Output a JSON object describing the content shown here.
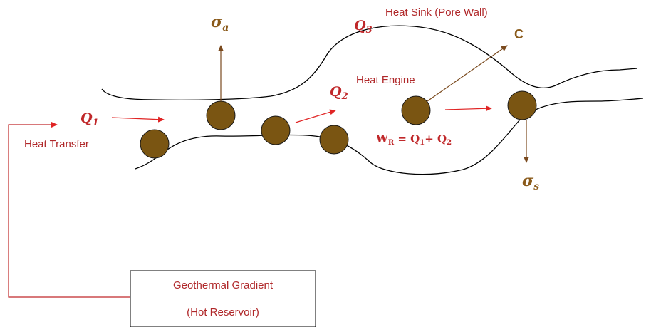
{
  "labels": {
    "heat_sink": "Heat Sink (Pore Wall)",
    "heat_engine": "Heat Engine",
    "heat_transfer": "Heat Transfer",
    "c_label": "C",
    "sigma_a": {
      "base": "σ",
      "sub": "a"
    },
    "sigma_s": {
      "base": "σ",
      "sub": "s"
    },
    "q1": {
      "base": "Q",
      "sub": "1"
    },
    "q2": {
      "base": "Q",
      "sub": "2"
    },
    "q3": {
      "base": "Q",
      "sub": "3"
    },
    "work_equation": {
      "w": "W",
      "w_sub": "R",
      "eq": " = Q",
      "q1_sub": "1",
      "plus": "+ Q",
      "q2_sub": "2"
    }
  },
  "reservoir_box": {
    "line1": "Geothermal Gradient",
    "line2": "(Hot Reservoir)"
  },
  "colors": {
    "particle_fill": "#7a5512",
    "particle_stroke": "#1a1a1a",
    "arrow_red": "#e02424",
    "arrow_brown": "#7a4a1e",
    "label_red": "#b0282a",
    "symbol_brown": "#8a5a1a",
    "outline": "#000000"
  }
}
